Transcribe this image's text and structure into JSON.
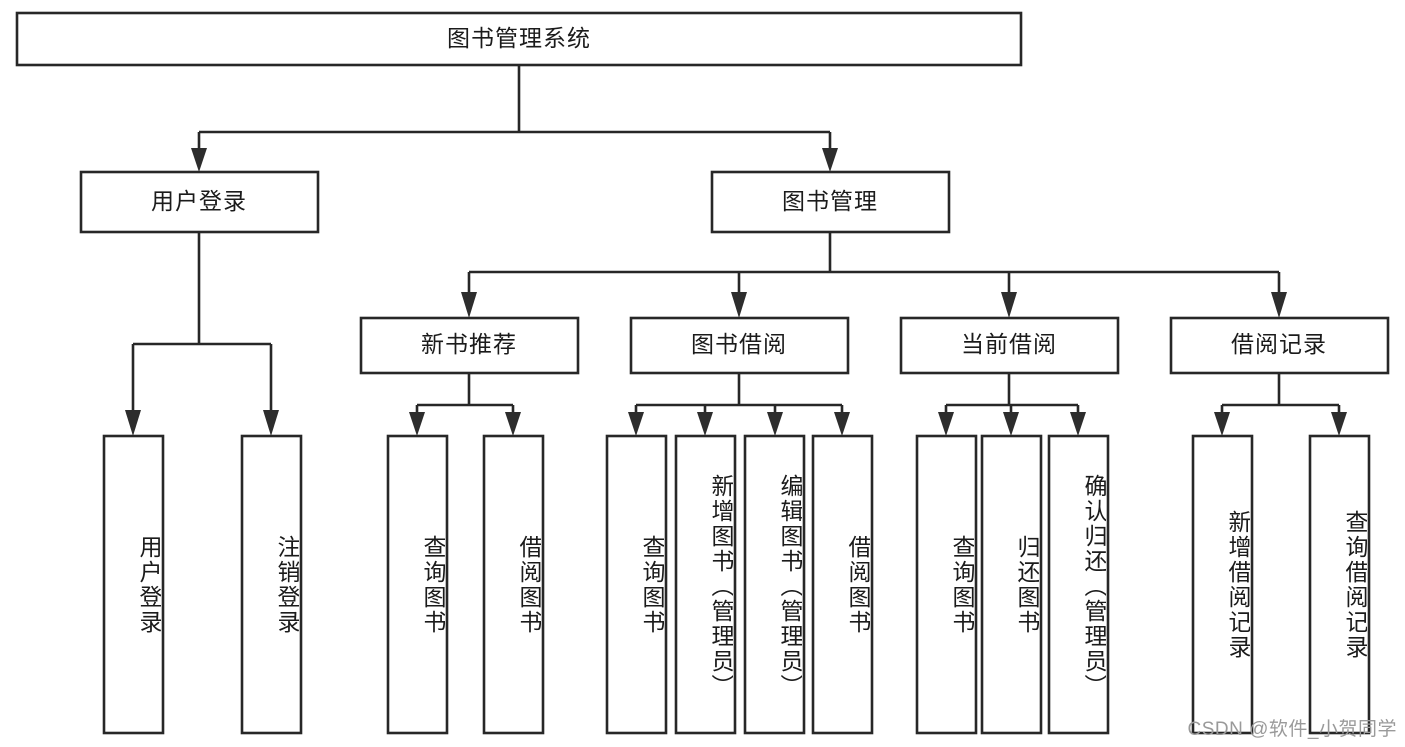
{
  "diagram": {
    "type": "tree-hierarchy",
    "title": "图书管理系统",
    "watermark": "CSDN @软件_小贺同学",
    "colors": {
      "box_stroke": "#272727",
      "box_fill": "#ffffff",
      "text": "#1b1b1b",
      "connector": "#272727",
      "watermark": "#9a9a9a",
      "background": "#ffffff"
    },
    "root": {
      "label": "图书管理系统",
      "orientation": "horizontal"
    },
    "level2": [
      {
        "label": "用户登录",
        "orientation": "horizontal"
      },
      {
        "label": "图书管理",
        "orientation": "horizontal"
      }
    ],
    "level3": [
      {
        "label": "新书推荐",
        "orientation": "horizontal"
      },
      {
        "label": "图书借阅",
        "orientation": "horizontal"
      },
      {
        "label": "当前借阅",
        "orientation": "horizontal"
      },
      {
        "label": "借阅记录",
        "orientation": "horizontal"
      }
    ],
    "leaves": {
      "user_login": [
        {
          "label": "用户登录",
          "orientation": "vertical"
        },
        {
          "label": "注销登录",
          "orientation": "vertical"
        }
      ],
      "new_book_recommend": [
        {
          "label": "查询图书",
          "orientation": "vertical"
        },
        {
          "label": "借阅图书",
          "orientation": "vertical"
        }
      ],
      "book_borrow": [
        {
          "label": "查询图书",
          "orientation": "vertical"
        },
        {
          "label": "新增图书（管理员）",
          "orientation": "vertical"
        },
        {
          "label": "编辑图书（管理员）",
          "orientation": "vertical"
        },
        {
          "label": "借阅图书",
          "orientation": "vertical"
        }
      ],
      "current_borrow": [
        {
          "label": "查询图书",
          "orientation": "vertical"
        },
        {
          "label": "归还图书",
          "orientation": "vertical"
        },
        {
          "label": "确认归还（管理员）",
          "orientation": "vertical"
        }
      ],
      "borrow_record": [
        {
          "label": "新增借阅记录",
          "orientation": "vertical"
        },
        {
          "label": "查询借阅记录",
          "orientation": "vertical"
        }
      ]
    }
  }
}
